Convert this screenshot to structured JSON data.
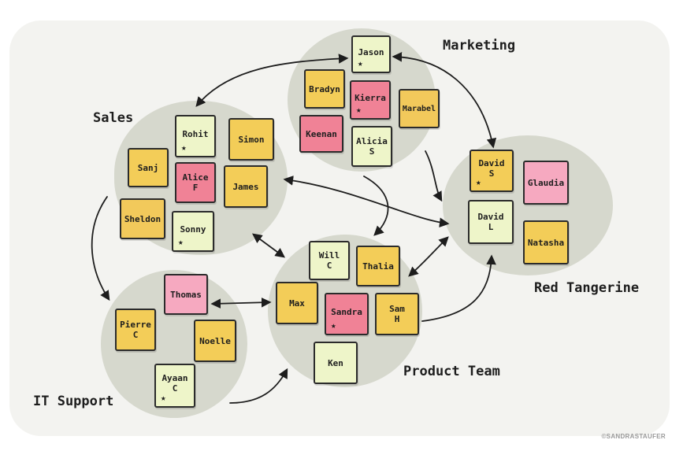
{
  "groups": {
    "marketing": {
      "label": "Marketing",
      "notes": [
        {
          "text": "Jason",
          "starred": true
        },
        {
          "text": "Bradyn",
          "starred": false
        },
        {
          "text": "Kierra",
          "starred": true
        },
        {
          "text": "Marabel",
          "starred": false
        },
        {
          "text": "Keenan",
          "starred": false
        },
        {
          "text": "Alicia\nS",
          "starred": false
        }
      ]
    },
    "sales": {
      "label": "Sales",
      "notes": [
        {
          "text": "Rohit",
          "starred": true
        },
        {
          "text": "Simon",
          "starred": false
        },
        {
          "text": "Sanj",
          "starred": false
        },
        {
          "text": "Alice\nF",
          "starred": false
        },
        {
          "text": "James",
          "starred": false
        },
        {
          "text": "Sheldon",
          "starred": false
        },
        {
          "text": "Sonny",
          "starred": true
        }
      ]
    },
    "red_tangerine": {
      "label": "Red Tangerine",
      "notes": [
        {
          "text": "David\nS",
          "starred": true
        },
        {
          "text": "Glaudia",
          "starred": false
        },
        {
          "text": "David\nL",
          "starred": false
        },
        {
          "text": "Natasha",
          "starred": false
        }
      ]
    },
    "product_team": {
      "label": "Product Team",
      "notes": [
        {
          "text": "Will\nC",
          "starred": false
        },
        {
          "text": "Thalia",
          "starred": false
        },
        {
          "text": "Max",
          "starred": false
        },
        {
          "text": "Sandra",
          "starred": true
        },
        {
          "text": "Sam\nH",
          "starred": false
        },
        {
          "text": "Ken",
          "starred": false
        }
      ]
    },
    "it_support": {
      "label": "IT Support",
      "notes": [
        {
          "text": "Thomas",
          "starred": false
        },
        {
          "text": "Pierre\nC",
          "starred": false
        },
        {
          "text": "Noelle",
          "starred": false
        },
        {
          "text": "Ayaan\nC",
          "starred": true
        }
      ]
    }
  },
  "star_glyph": "★",
  "credit": "©SANDRASTAUFER"
}
